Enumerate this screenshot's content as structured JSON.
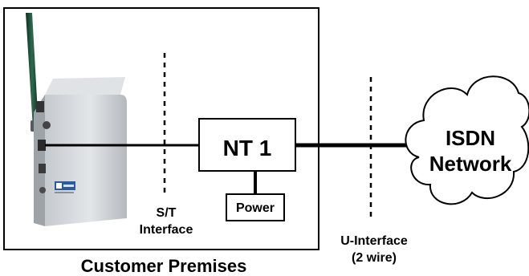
{
  "nt1": {
    "label": "NT 1"
  },
  "power": {
    "label": "Power"
  },
  "st_interface": {
    "line1": "S/T",
    "line2": "Interface"
  },
  "u_interface": {
    "line1": "U-Interface",
    "line2": "(2 wire)"
  },
  "cloud": {
    "line1": "ISDN",
    "line2": "Network"
  },
  "premises": {
    "label": "Customer Premises"
  },
  "colors": {
    "ink": "#000000",
    "background": "#ffffff",
    "device_body": "#d0d4d8",
    "device_side": "#a9aeb3",
    "antenna": "#1f4e3a",
    "badge": "#2a5aa0"
  }
}
